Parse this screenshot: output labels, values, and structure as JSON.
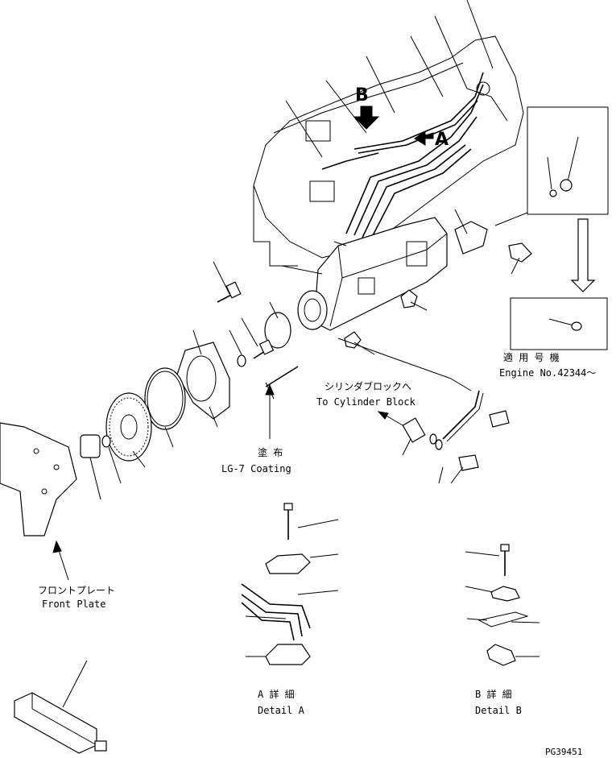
{
  "labels": {
    "arrow_b": "B",
    "arrow_a": "A",
    "engine_no_jp": "適 用 号 機",
    "engine_no_en": "Engine No.42344～",
    "cyl_block_jp": "シリンダブロックへ",
    "cyl_block_en": "To Cylinder Block",
    "coating_jp": "塗 布",
    "coating_en": "LG-7 Coating",
    "front_plate_jp": "フロントプレート",
    "front_plate_en": "Front Plate",
    "detail_a_jp": "A 詳 細",
    "detail_a_en": "Detail A",
    "detail_b_jp": "B 詳 細",
    "detail_b_en": "Detail B",
    "drawing_code": "PG39451"
  }
}
